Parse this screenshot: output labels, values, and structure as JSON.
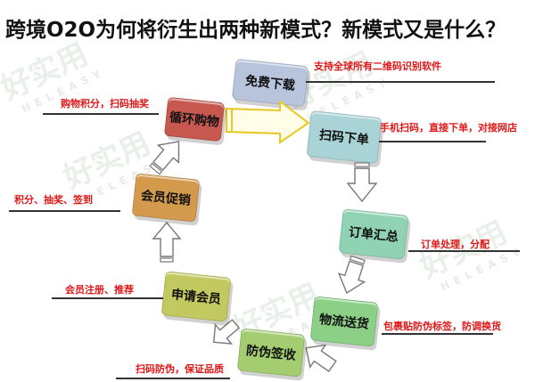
{
  "title": "跨境O2O为何将衍生出两种新模式？新模式又是什么？",
  "watermark": {
    "cn": "好实用",
    "en": "HELEASY"
  },
  "colors": {
    "note_text": "#e01818",
    "step_download": "#b7c4dc",
    "step_scan": "#a9d3d6",
    "step_summary": "#8fd3b4",
    "step_logistics": "#8ccf86",
    "step_antifake": "#a4cd72",
    "step_apply": "#c2c960",
    "step_promo": "#d39a4e",
    "step_cycle": "#c65850"
  },
  "steps": [
    {
      "id": "download",
      "label": "免费下载",
      "note": "支持全球所有二维码识别软件"
    },
    {
      "id": "scan",
      "label": "扫码下单",
      "note": "手机扫码，直接下单，对接网店"
    },
    {
      "id": "summary",
      "label": "订单汇总",
      "note": "订单处理，分配"
    },
    {
      "id": "logistics",
      "label": "物流送货",
      "note": "包裹贴防伪标签，防调换货"
    },
    {
      "id": "antifake",
      "label": "防伪签收",
      "note": "扫码防伪，保证品质"
    },
    {
      "id": "apply",
      "label": "申请会员",
      "note": "会员注册、推荐"
    },
    {
      "id": "promo",
      "label": "会员促销",
      "note": "积分、抽奖、签到"
    },
    {
      "id": "cycle",
      "label": "循环购物",
      "note": "购物积分，扫码抽奖"
    }
  ]
}
